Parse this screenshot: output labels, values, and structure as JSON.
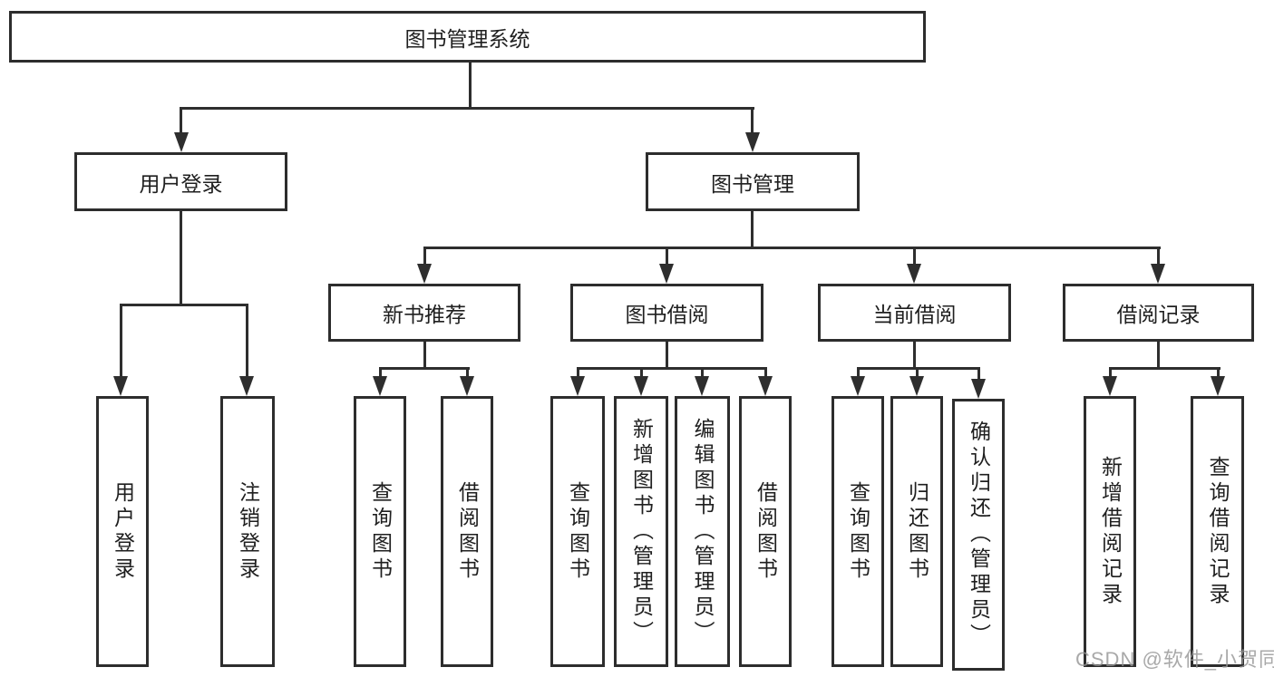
{
  "diagram_type": "hierarchy-tree",
  "colors": {
    "line": "#2e2e2e",
    "border": "#2d2d2d",
    "text": "#1f1f1f",
    "watermark_gray": "#949494"
  },
  "tree": {
    "root": {
      "label": "图书管理系统"
    },
    "children": [
      {
        "label": "用户登录",
        "children": [
          {
            "label": "用户登录"
          },
          {
            "label": "注销登录"
          }
        ]
      },
      {
        "label": "图书管理",
        "children": [
          {
            "label": "新书推荐",
            "children": [
              {
                "label": "查询图书"
              },
              {
                "label": "借阅图书"
              }
            ]
          },
          {
            "label": "图书借阅",
            "children": [
              {
                "label": "查询图书"
              },
              {
                "label": "新增图书（管理员）"
              },
              {
                "label": "编辑图书（管理员）"
              },
              {
                "label": "借阅图书"
              }
            ]
          },
          {
            "label": "当前借阅",
            "children": [
              {
                "label": "查询图书"
              },
              {
                "label": "归还图书"
              },
              {
                "label": "确认归还（管理员）"
              }
            ]
          },
          {
            "label": "借阅记录",
            "children": [
              {
                "label": "新增借阅记录"
              },
              {
                "label": "查询借阅记录"
              }
            ]
          }
        ]
      }
    ]
  },
  "watermark": {
    "text": "CSDN @软件_小贺同学"
  }
}
